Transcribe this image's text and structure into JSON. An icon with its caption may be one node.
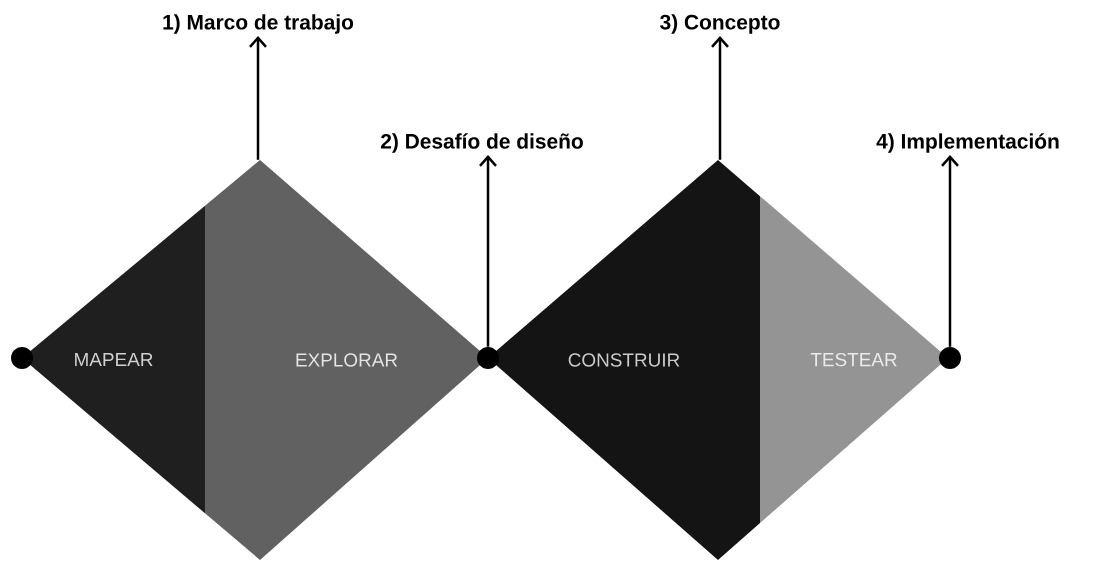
{
  "diagram": {
    "nodes": [
      {
        "text": [
          "1) Marco de trabajo"
        ]
      },
      {
        "text": [
          "2) Desafío de diseño"
        ]
      },
      {
        "text": [
          "3) Concepto"
        ]
      },
      {
        "text": [
          "4) Implementación"
        ]
      },
      {
        "text": [
          "MAPEAR"
        ]
      },
      {
        "text": [
          "EXPLORAR"
        ]
      },
      {
        "text": [
          "CONSTRUIR"
        ]
      },
      {
        "text": [
          "TESTEAR"
        ]
      },
      {
        "text": [],
        "shape": "circle"
      },
      {
        "text": [],
        "shape": "circle"
      },
      {
        "text": [],
        "shape": "circle"
      }
    ],
    "edges": [
      {
        "from": 5,
        "to": 0,
        "arrow": "to"
      },
      {
        "from": 9,
        "to": 1,
        "arrow": "to"
      },
      {
        "from": 6,
        "to": 2,
        "arrow": "to"
      },
      {
        "from": 10,
        "to": 3,
        "arrow": "to"
      }
    ]
  }
}
